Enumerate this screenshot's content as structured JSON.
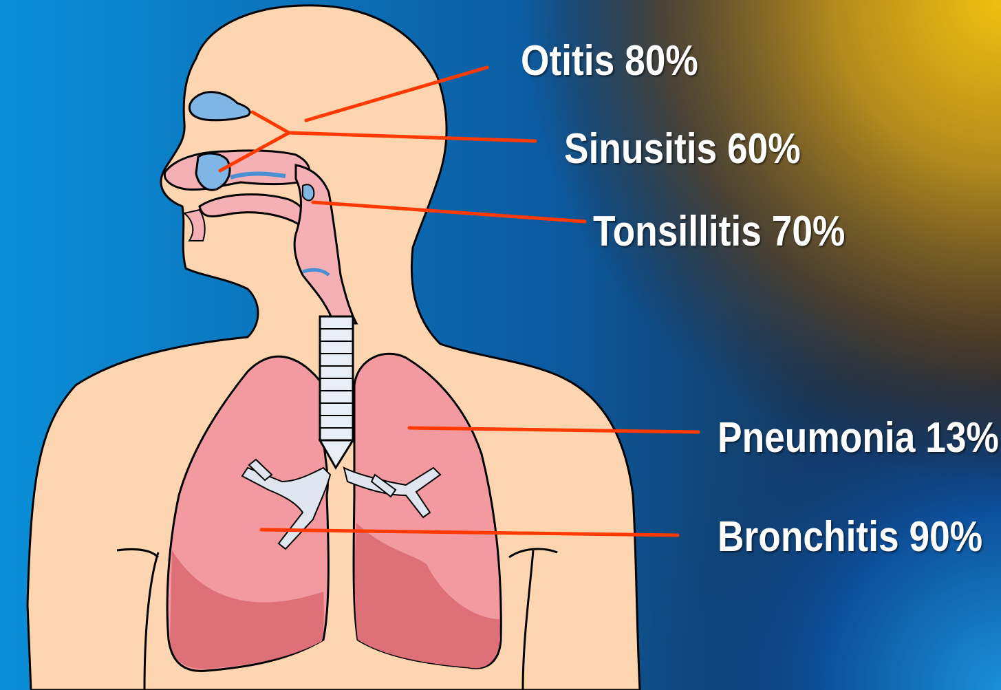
{
  "colors": {
    "background_left": "#0a8fd8",
    "background_right_top": "#e6b810",
    "background_mid": "#1e2430",
    "skin": "#fdd5b0",
    "lung": "#f29aa0",
    "lung_dark": "#de7178",
    "airway": "#f4b0b4",
    "sinus": "#7fb6e6",
    "callout_line": "#ff3a00",
    "label_text": "#ffffff"
  },
  "callouts": [
    {
      "id": "otitis",
      "label": "Otitis 80%"
    },
    {
      "id": "sinusitis",
      "label": "Sinusitis 60%"
    },
    {
      "id": "tonsillitis",
      "label": "Tonsillitis 70%"
    },
    {
      "id": "pneumonia",
      "label": "Pneumonia 13%"
    },
    {
      "id": "bronchitis",
      "label": "Bronchitis 90%"
    }
  ]
}
